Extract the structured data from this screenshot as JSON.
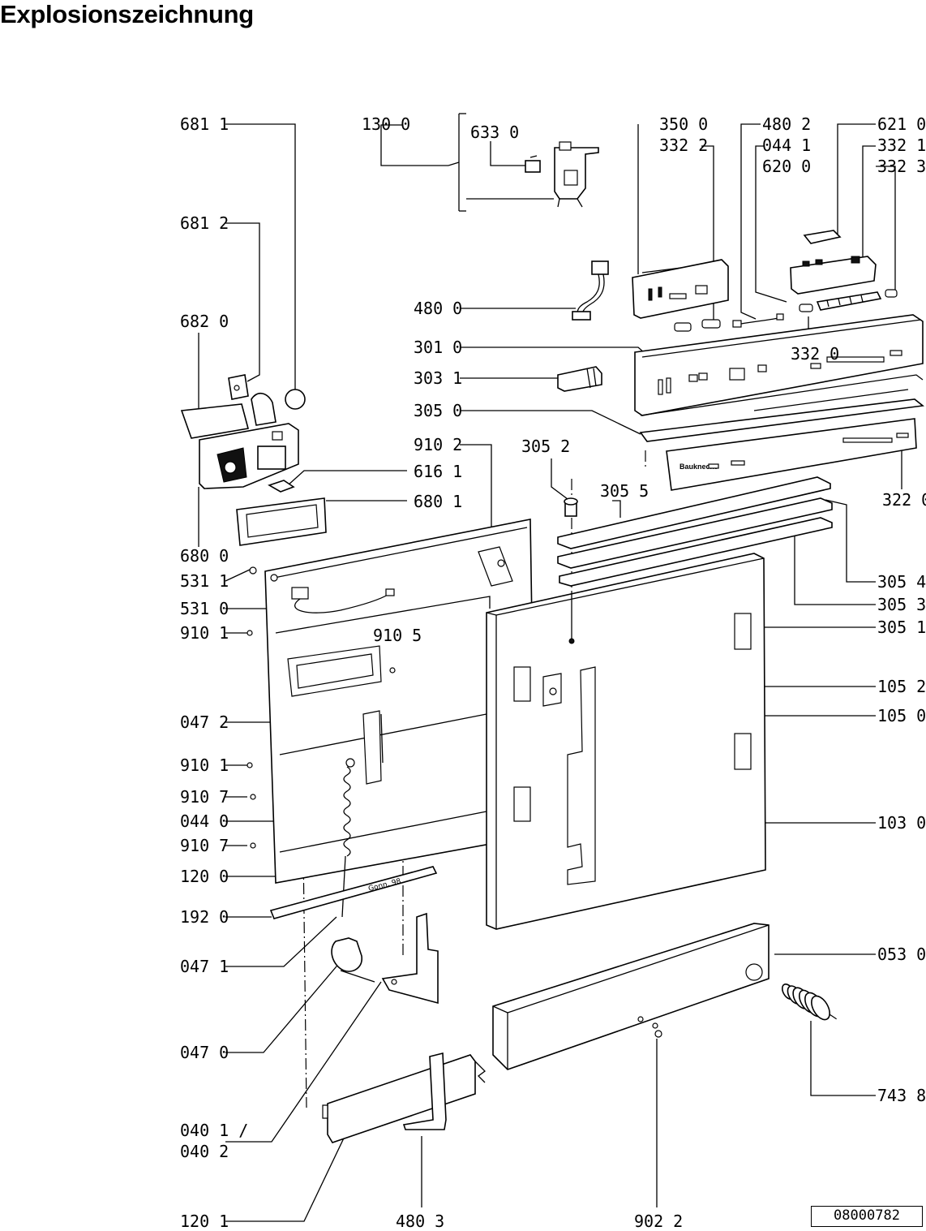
{
  "title": "Explosionszeichnung",
  "document_number": "08000782",
  "callouts": {
    "p681_1": "681 1",
    "p130_0": "130 0",
    "p633_0": "633 0",
    "p350_0": "350 0",
    "p332_2": "332 2",
    "p480_2": "480 2",
    "p044_1": "044 1",
    "p620_0": "620 0",
    "p621_0": "621 0",
    "p332_1": "332 1",
    "p332_3": "332 3",
    "p681_2": "681 2",
    "p480_0": "480 0",
    "p682_0": "682 0",
    "p301_0": "301 0",
    "p332_0": "332 0",
    "p303_1": "303 1",
    "p305_0": "305 0",
    "p910_2": "910 2",
    "p305_2": "305 2",
    "p616_1": "616 1",
    "p305_5": "305 5",
    "p322_0": "322 0",
    "p680_1": "680 1",
    "p680_0": "680 0",
    "p531_1": "531 1",
    "p305_4": "305 4",
    "p531_0": "531 0",
    "p305_3": "305 3",
    "p910_1a": "910 1",
    "p910_5": "910 5",
    "p305_1": "305 1",
    "p105_2": "105 2",
    "p105_0": "105 0",
    "p047_2": "047 2",
    "p910_1b": "910 1",
    "p910_7a": "910 7",
    "p044_0": "044 0",
    "p103_0": "103 0",
    "p910_7b": "910 7",
    "p120_0": "120 0",
    "p192_0": "192 0",
    "p047_1": "047 1",
    "p053_0": "053 0",
    "p047_0": "047 0",
    "p743_8": "743 8",
    "p040_1": "040 1 /",
    "p040_2": "040 2",
    "p120_1": "120 1",
    "p480_3": "480 3",
    "p902_2": "902 2"
  },
  "stamp_text": "Gonn. 98",
  "brand_logo": "Bauknecht"
}
